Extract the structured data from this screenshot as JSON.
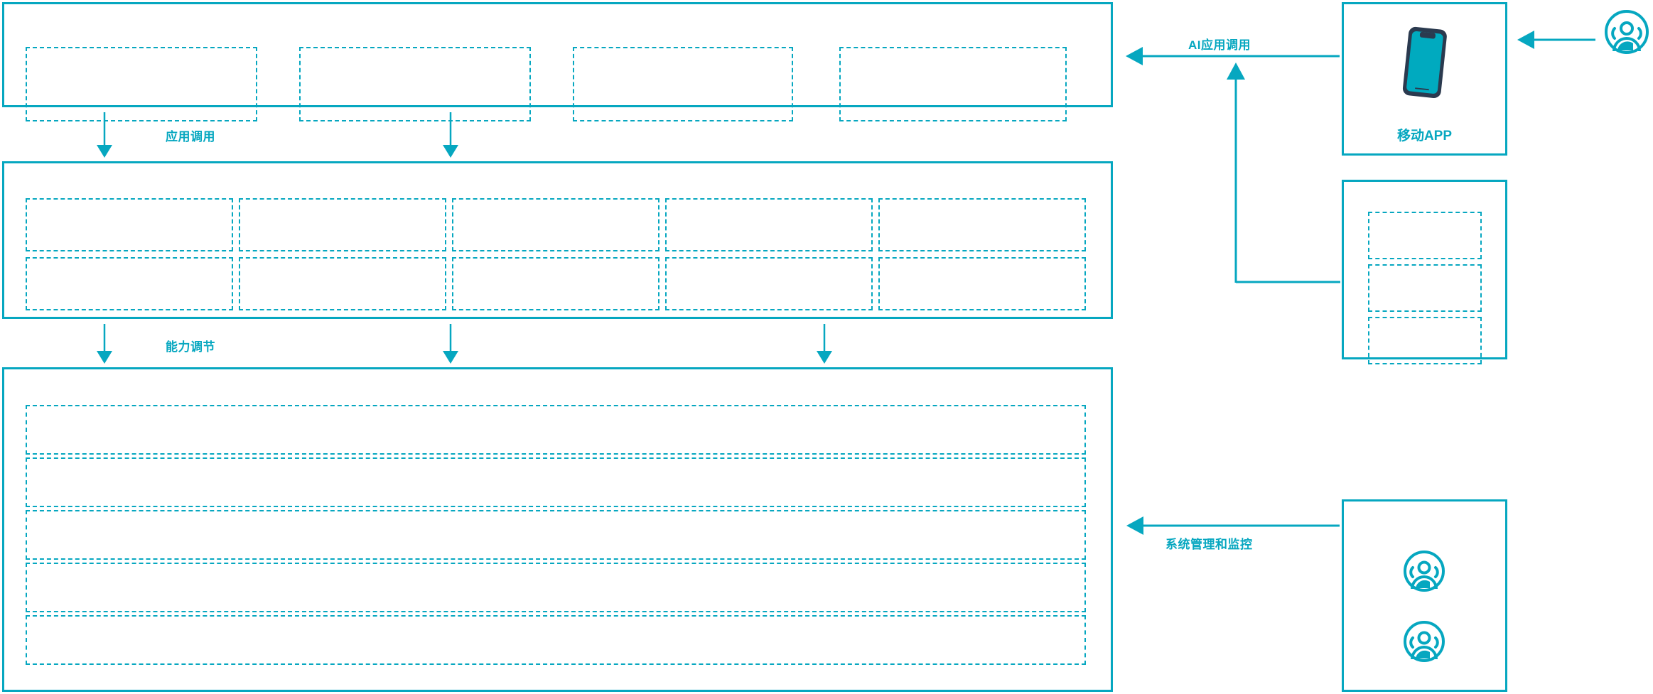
{
  "theme": {
    "accent": "#06A7C0",
    "accent_dark": "#2B3A4F",
    "background": "#FFFFFF",
    "screen_teal": "#00AABF"
  },
  "diagram": {
    "type": "layered-architecture",
    "orientation": "left-stack-right-actors"
  },
  "layers": [
    {
      "id": "application-layer",
      "name": "application-layer",
      "box_count": 4,
      "box_rows": 1,
      "boxes": [
        {
          "label": ""
        },
        {
          "label": ""
        },
        {
          "label": ""
        },
        {
          "label": ""
        }
      ]
    },
    {
      "id": "capability-layer",
      "name": "capability-layer",
      "box_count": 10,
      "box_rows": 2,
      "box_cols": 5,
      "boxes": [
        {
          "label": ""
        },
        {
          "label": ""
        },
        {
          "label": ""
        },
        {
          "label": ""
        },
        {
          "label": ""
        },
        {
          "label": ""
        },
        {
          "label": ""
        },
        {
          "label": ""
        },
        {
          "label": ""
        },
        {
          "label": ""
        }
      ]
    },
    {
      "id": "infrastructure-layer",
      "name": "infrastructure-layer",
      "box_count": 5,
      "box_rows": 5,
      "boxes": [
        {
          "label": ""
        },
        {
          "label": ""
        },
        {
          "label": ""
        },
        {
          "label": ""
        },
        {
          "label": ""
        }
      ]
    }
  ],
  "connectors": [
    {
      "id": "application-call",
      "label": "应用调用",
      "direction": "down",
      "arrow_count": 2
    },
    {
      "id": "capability-orchestration",
      "label": "能力调节",
      "direction": "down",
      "arrow_count": 3
    },
    {
      "id": "ai-application-call",
      "label": "AI应用调用",
      "direction": "left",
      "arrow_count": 1
    },
    {
      "id": "system-management-monitoring",
      "label": "系统管理和监控",
      "direction": "left",
      "arrow_count": 1
    }
  ],
  "side_panels": [
    {
      "id": "mobile-app-panel",
      "name": "mobile-app-panel",
      "caption": "移动APP",
      "icon": "smartphone-icon",
      "has_caption": true,
      "dashed_box_count": 0
    },
    {
      "id": "service-channel-panel",
      "name": "service-channel-panel",
      "caption": "",
      "icon": "",
      "has_caption": false,
      "dashed_box_count": 3,
      "boxes": [
        {
          "label": ""
        },
        {
          "label": ""
        },
        {
          "label": ""
        }
      ]
    },
    {
      "id": "operations-panel",
      "name": "operations-panel",
      "caption": "",
      "icon": "user-group-icon",
      "has_caption": false,
      "dashed_box_count": 0,
      "icon_count": 2
    }
  ],
  "actors": [
    {
      "id": "end-user-actor",
      "name": "end-user-actor",
      "icon": "user-group-icon",
      "label": ""
    }
  ],
  "icons": {
    "smartphone": "smartphone-icon",
    "user_group": "user-group-icon",
    "arrow_down": "arrow-down-icon",
    "arrow_left": "arrow-left-icon",
    "arrow_up": "arrow-up-icon"
  }
}
